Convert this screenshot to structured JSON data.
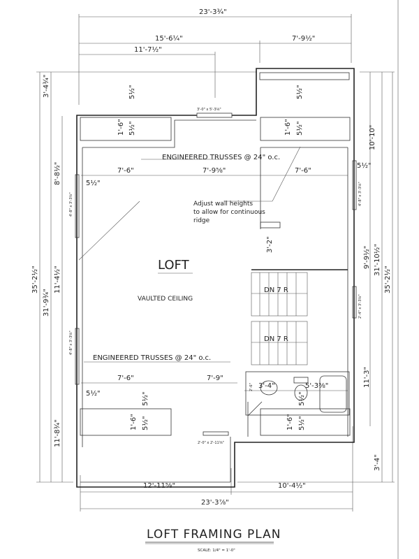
{
  "title": "LOFT FRAMING PLAN",
  "scale": "SCALE: 1/4\" = 1'-0\"",
  "rooms": {
    "loft": "LOFT",
    "ceiling": "VAULTED CEILING"
  },
  "notes": {
    "trusses_top": "ENGINEERED TRUSSES @ 24\" o.c.",
    "trusses_bottom": "ENGINEERED TRUSSES @ 24\" o.c.",
    "adjust_1": "Adjust wall heights",
    "adjust_2": "to allow for continuous",
    "adjust_3": "ridge",
    "stair_upper": "DN 7 R",
    "stair_lower": "DN 7 R"
  },
  "windows": {
    "top": "3'-0\" x 5'-3⅛\"",
    "bottom": "2'-0\" x 2'-11⅝\"",
    "left_upper": "4'-8\" x 3'-3⅛\"",
    "left_lower": "4'-8\" x 3'-3⅛\"",
    "right_upper": "4'-8\" x 3'-3⅛\"",
    "right_lower": "2'-4\" x 3'-3⅛\""
  },
  "dims": {
    "top_total": "23'-3¾\"",
    "top_left": "15'-6¼\"",
    "top_right": "7'-9½\"",
    "top_window": "11'-7½\"",
    "upper_a": "7'-6\"",
    "upper_b": "7'-9⅝\"",
    "upper_c": "7'-6\"",
    "upper_wall_l": "5½\"",
    "upper_wall_r": "5½\"",
    "upper_closet_l_top": "5½\"",
    "upper_closet_l_depth": "1'-6\"",
    "upper_closet_l_wall": "5½\"",
    "upper_closet_r_top": "5½\"",
    "upper_closet_r_depth": "1'-6\"",
    "upper_closet_r_wall": "5½\"",
    "stair_gap": "3'-2\"",
    "lower_a": "7'-6\"",
    "lower_b": "7'-9\"",
    "lower_c": "3'-4\"",
    "lower_d": "5'-3⅜\"",
    "door": "2'-6\"",
    "lower_wall_l": "5½\"",
    "lower_closet_l_top": "5½\"",
    "lower_closet_l_depth": "1'-6\"",
    "lower_closet_l_wall": "5½\"",
    "lower_closet_r_top": "5½\"",
    "lower_closet_r_depth": "1'-6\"",
    "lower_closet_r_wall": "5½\"",
    "bottom_left": "12'-11⅝\"",
    "bottom_right": "10'-4½\"",
    "bottom_total": "23'-3⅞\"",
    "left_top": "3'-4¾\"",
    "left_upper": "8'-8½\"",
    "left_total": "35'-2½\"",
    "left_sub": "31'-9¾\"",
    "left_mid": "11'-4½\"",
    "left_lower": "11'-8¾\"",
    "right_upper": "10'-10\"",
    "right_mid": "9'-9½\"",
    "right_sub": "31'-10½\"",
    "right_total": "35'-2½\"",
    "right_lower": "11'-3\"",
    "right_bottom": "3'-4\""
  }
}
